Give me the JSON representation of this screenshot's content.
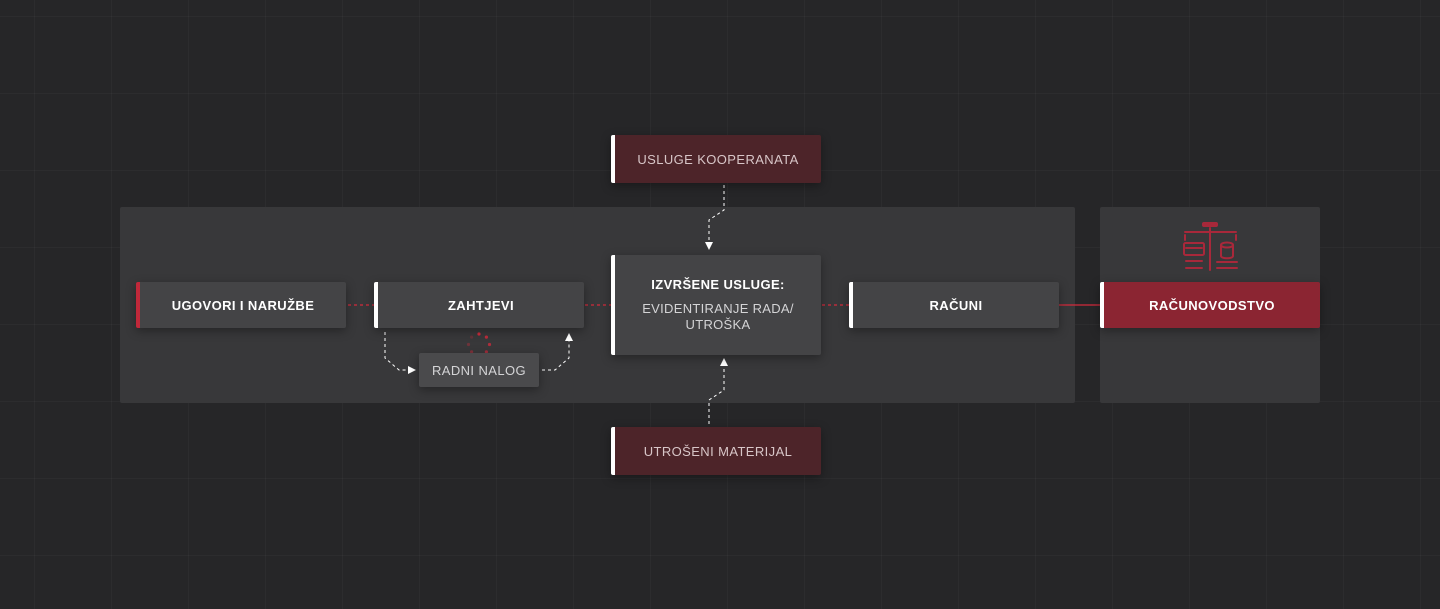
{
  "diagram": {
    "nodes": {
      "ugovori": {
        "label": "UGOVORI I NARUŽBE"
      },
      "zahtjevi": {
        "label": "ZAHTJEVI"
      },
      "radni_nalog": {
        "label": "RADNI NALOG"
      },
      "izvrsene": {
        "title": "IZVRŠENE USLUGE:",
        "subtitle_line1": "EVIDENTIRANJE RADA/",
        "subtitle_line2": "UTROŠKA"
      },
      "racuni": {
        "label": "RAČUNI"
      },
      "racunovodstvo": {
        "label": "RAČUNOVODSTVO"
      },
      "usluge_kooperanata": {
        "label": "USLUGE KOOPERANATA"
      },
      "utroseni_materijal": {
        "label": "UTROŠENI MATERIJAL"
      }
    },
    "icons": {
      "accounting": "scale-coins-icon",
      "loading": "spinner-dots-icon"
    },
    "colors": {
      "background": "#262628",
      "panel": "#38383a",
      "node": "#444446",
      "accent_red": "#d42a3c",
      "wine_node": "#4d2429",
      "accent_node": "#8b2532"
    }
  }
}
